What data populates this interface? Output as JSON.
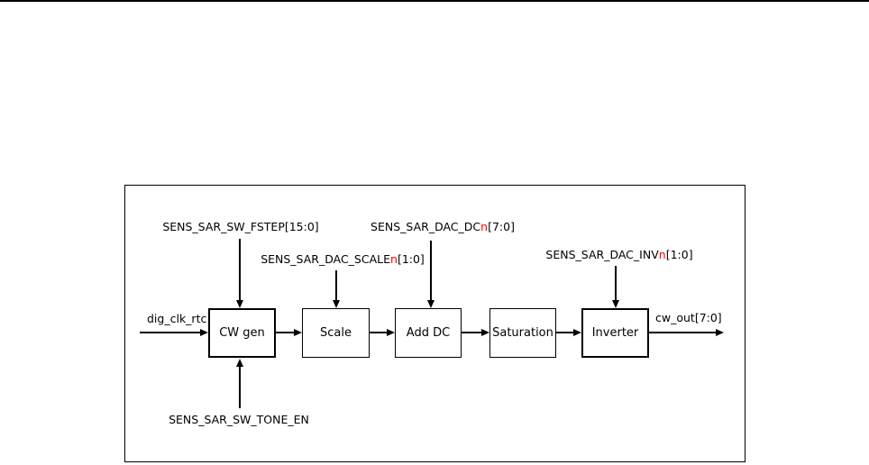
{
  "figure": {
    "title": "cw-generator-block-diagram",
    "colors": {
      "accent": "#ff0000",
      "line": "#000000",
      "background": "#ffffff"
    },
    "blocks": [
      {
        "label": "CW gen",
        "emphasis": true
      },
      {
        "label": "Scale",
        "emphasis": false
      },
      {
        "label": "Add DC",
        "emphasis": false
      },
      {
        "label": "Saturation",
        "emphasis": false
      },
      {
        "label": "Inverter",
        "emphasis": true
      }
    ],
    "signals": {
      "input": "dig_clk_rtc",
      "output": "cw_out[7:0]",
      "fstep": "SENS_SAR_SW_FSTEP[15:0]",
      "tone_en": "SENS_SAR_SW_TONE_EN",
      "scale": {
        "pre": "SENS_SAR_DAC_SCALE",
        "accent": "n",
        "post": "[1:0]"
      },
      "dc": {
        "pre": "SENS_SAR_DAC_DC",
        "accent": "n",
        "post": "[7:0]"
      },
      "inv": {
        "pre": "SENS_SAR_DAC_INV",
        "accent": "n",
        "post": "[1:0]"
      }
    }
  }
}
